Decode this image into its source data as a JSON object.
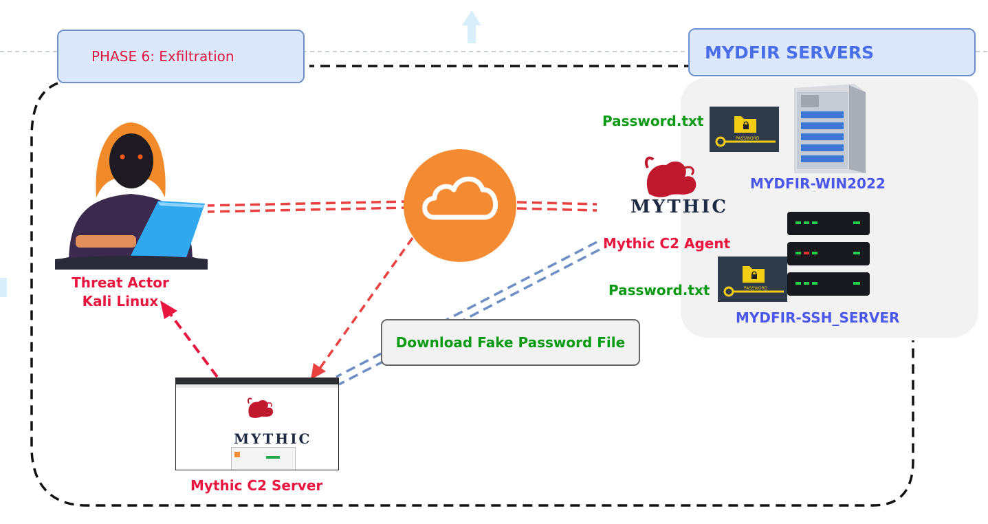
{
  "phase": {
    "label": "PHASE 6: Exfiltration"
  },
  "servers": {
    "title": "MYDFIR SERVERS"
  },
  "threat_actor": {
    "line1": "Threat Actor",
    "line2": "Kali Linux"
  },
  "mythic_server": {
    "label": "Mythic C2 Server",
    "logo_text": "MYTHIC"
  },
  "mythic_agent": {
    "label": "Mythic C2 Agent",
    "logo_text": "MYTHIC"
  },
  "win_server": {
    "label": "MYDFIR-WIN2022",
    "file_label": "Password.txt"
  },
  "ssh_server": {
    "label": "MYDFIR-SSH_SERVER",
    "file_label": "Password.txt"
  },
  "download": {
    "label": "Download Fake Password File"
  },
  "password_icon_text": "PASSWORD",
  "colors": {
    "phase_text": "#e1143c",
    "servers_title": "#4a6ee8",
    "red_label": "#e8163f",
    "green_label": "#0b9a14",
    "blue_label": "#4a57e8",
    "cloud": "#f48b33",
    "red_dash": "#e8413f",
    "blue_dash": "#6c8ec4",
    "box_fill": "#dbe8fb"
  }
}
